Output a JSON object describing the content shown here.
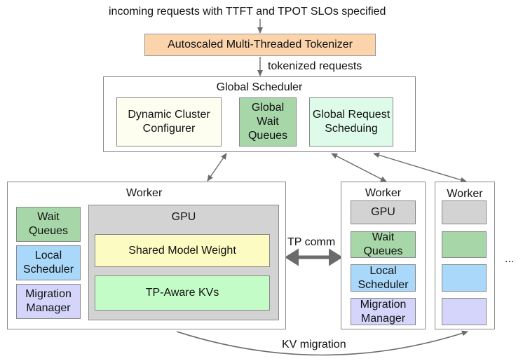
{
  "top_label": "incoming requests with TTFT and TPOT SLOs specified",
  "tokenizer": "Autoscaled Multi-Threaded Tokenizer",
  "tokenized_label": "tokenized requests",
  "global_scheduler": {
    "title": "Global Scheduler",
    "cluster_configurer": "Dynamic Cluster Configurer",
    "wait_queues": "Global Wait Queues",
    "request_scheduling": "Global Request Scheduing"
  },
  "worker_main": {
    "title": "Worker",
    "wait_queues": "Wait Queues",
    "local_scheduler": "Local Scheduler",
    "migration_manager": "Migration Manager",
    "gpu": "GPU",
    "shared_weight": "Shared Model Weight",
    "tp_kvs": "TP-Aware KVs"
  },
  "worker_2": {
    "title": "Worker",
    "gpu": "GPU",
    "wait_queues": "Wait Queues",
    "local_scheduler": "Local Scheduler",
    "migration_manager": "Migration Manager"
  },
  "worker_3": {
    "title": "Worker"
  },
  "tp_comm": "TP comm",
  "kv_migration": "KV migration",
  "ellipsis": "...",
  "colors": {
    "tokenizer": "#fcd4ac",
    "green": "#a7d7a8",
    "light_green": "#ddfbe8",
    "cream": "#fdfdf0",
    "blue": "#a9d8fb",
    "lavender": "#d5d5fb",
    "gray": "#d3d3d3",
    "yellow": "#fcfcc2",
    "kv_green": "#c3fcc6",
    "arrow": "#6b6b6b"
  }
}
